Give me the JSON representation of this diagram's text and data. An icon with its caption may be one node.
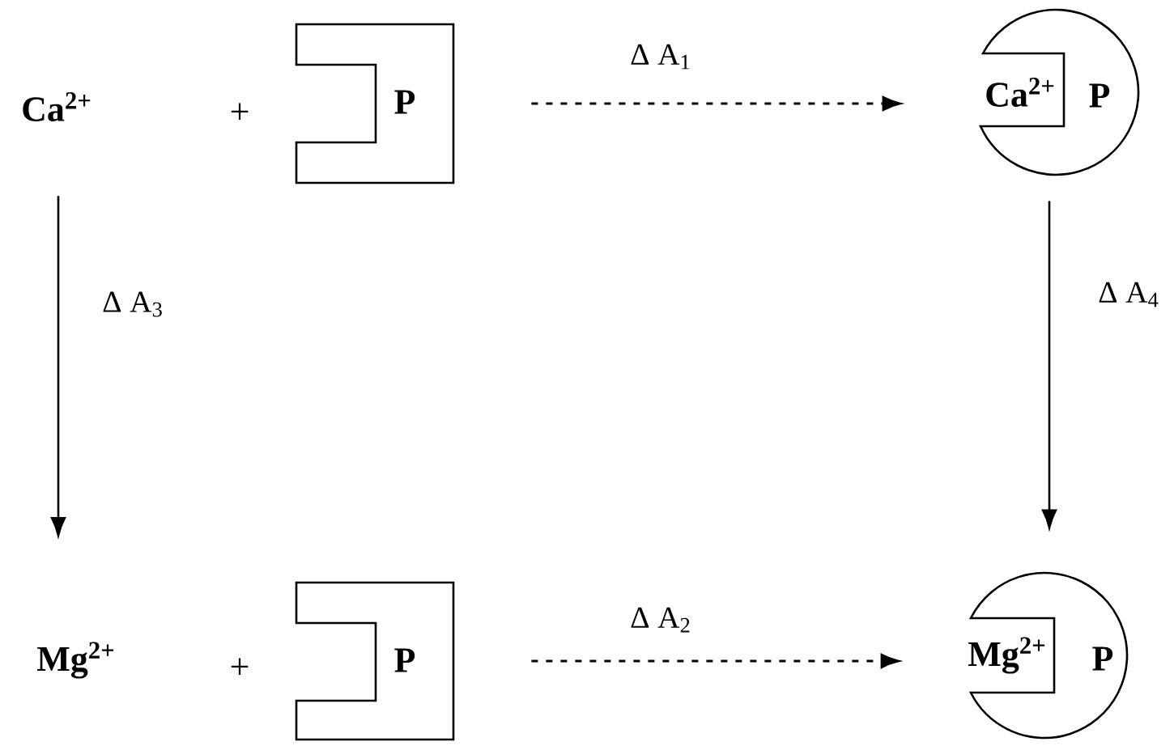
{
  "diagram": {
    "nodes": [
      {
        "text": [
          "Ca$^{2+}$"
        ]
      },
      {
        "text": [
          "P"
        ]
      },
      {
        "text": [
          "Ca$^{2+}$",
          "P"
        ]
      },
      {
        "text": [
          "Mg$^{2+}$"
        ]
      },
      {
        "text": [
          "P"
        ]
      },
      {
        "text": [
          "Mg$^{2+}$",
          "P"
        ]
      }
    ],
    "edges": [
      {
        "from": 1,
        "to": 2,
        "arrow": "to",
        "style": "dashed",
        "label": "Δ A$_{1}$"
      },
      {
        "from": 0,
        "to": 3,
        "arrow": "to",
        "label": "Δ A$_{3}$"
      },
      {
        "from": 2,
        "to": 5,
        "arrow": "to",
        "label": "Δ A$_{4}$"
      },
      {
        "from": 4,
        "to": 5,
        "arrow": "to",
        "style": "dashed",
        "label": "Δ A$_{2}$"
      }
    ],
    "labels": [
      "+",
      "+"
    ]
  }
}
